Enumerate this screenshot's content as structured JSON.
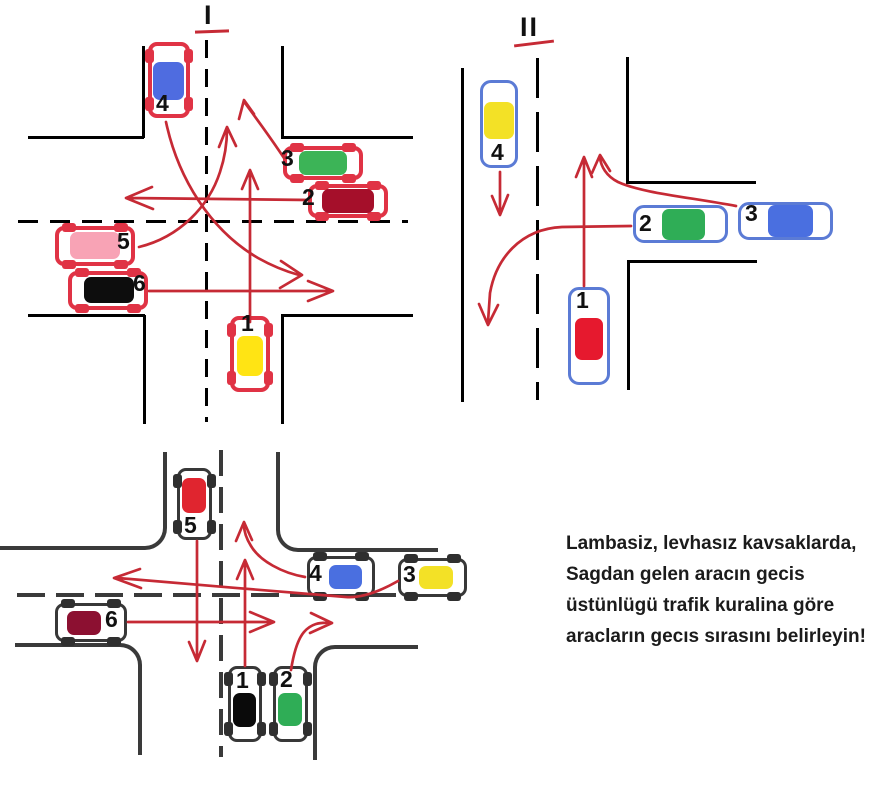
{
  "heading_labels": {
    "intersection1": "I",
    "intersection2": "II"
  },
  "instruction": {
    "line1": "Lambasiz, levhasız kavsaklarda,",
    "line2": "Sagdan gelen aracın gecis",
    "line3": "üstünlügü trafik kuralina göre",
    "line4": "aracların gecıs sırasını belirleyin!"
  },
  "colors": {
    "arrow": "#c62a35",
    "road_line_top": "#000000",
    "road_line_bottom": "#3a3a3a",
    "car_outline_intersection1": "#e03345",
    "car_outline_intersection2": "#5b7bd5",
    "car_outline_intersection3": "#383838"
  },
  "intersection1": {
    "label": "I",
    "cars": [
      {
        "number": "1",
        "color": "#ffe414",
        "color_name": "yellow",
        "heading": "north",
        "maneuver": "straight"
      },
      {
        "number": "2",
        "color": "#a50f2a",
        "color_name": "dark-red",
        "heading": "west",
        "maneuver": "straight"
      },
      {
        "number": "3",
        "color": "#3cb457",
        "color_name": "green",
        "heading": "west",
        "maneuver": "right-turn-north"
      },
      {
        "number": "4",
        "color": "#4f6ce0",
        "color_name": "blue",
        "heading": "south",
        "maneuver": "left-turn-east"
      },
      {
        "number": "5",
        "color": "#f8a3b5",
        "color_name": "pink",
        "heading": "east",
        "maneuver": "left-turn-north"
      },
      {
        "number": "6",
        "color": "#0d0d0d",
        "color_name": "black",
        "heading": "east",
        "maneuver": "straight"
      }
    ]
  },
  "intersection2": {
    "label": "II",
    "cars": [
      {
        "number": "1",
        "color": "#e6192e",
        "color_name": "red",
        "heading": "north",
        "maneuver": "straight"
      },
      {
        "number": "2",
        "color": "#2fad56",
        "color_name": "green",
        "heading": "west",
        "maneuver": "left-turn-south"
      },
      {
        "number": "3",
        "color": "#4a6fe0",
        "color_name": "blue",
        "heading": "west",
        "maneuver": "right-turn-north"
      },
      {
        "number": "4",
        "color": "#f3e126",
        "color_name": "yellow",
        "heading": "south",
        "maneuver": "straight"
      }
    ]
  },
  "intersection3": {
    "label": "",
    "cars": [
      {
        "number": "1",
        "color": "#0a0a0a",
        "color_name": "black",
        "heading": "north",
        "maneuver": "straight"
      },
      {
        "number": "2",
        "color": "#2fad56",
        "color_name": "green",
        "heading": "north",
        "maneuver": "right-turn-east"
      },
      {
        "number": "3",
        "color": "#f3e126",
        "color_name": "yellow",
        "heading": "west",
        "maneuver": "straight"
      },
      {
        "number": "4",
        "color": "#4a6fe0",
        "color_name": "blue",
        "heading": "west",
        "maneuver": "right-turn-north"
      },
      {
        "number": "5",
        "color": "#e0252f",
        "color_name": "red",
        "heading": "south",
        "maneuver": "straight"
      },
      {
        "number": "6",
        "color": "#8c1031",
        "color_name": "dark-red",
        "heading": "east",
        "maneuver": "straight"
      }
    ]
  }
}
